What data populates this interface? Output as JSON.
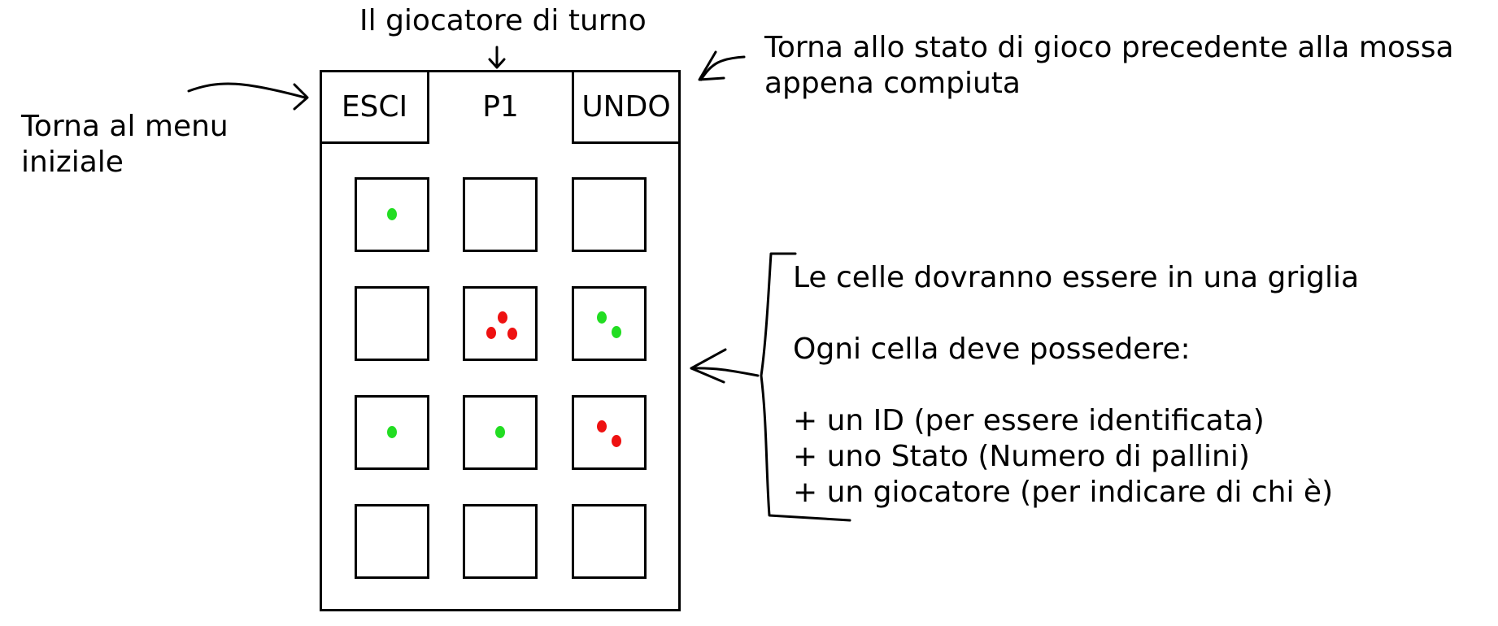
{
  "annotations": {
    "current_player": "Il giocatore di turno",
    "undo_desc": [
      "Torna allo stato di gioco precedente alla mossa",
      "appena compiuta"
    ],
    "exit_desc": [
      "Torna al menu",
      "iniziale"
    ],
    "grid_desc": [
      "Le celle dovranno essere in una griglia",
      "Ogni cella deve possedere:",
      "+ un ID (per essere identificata)",
      "+ uno Stato (Numero di pallini)",
      "+ un giocatore (per indicare di chi è)"
    ]
  },
  "header": {
    "exit_label": "ESCI",
    "player_label": "P1",
    "undo_label": "UNDO"
  },
  "colors": {
    "green": "#22dd22",
    "red": "#ee1111"
  },
  "grid": [
    [
      {
        "owner": "green",
        "dots": 1
      },
      {
        "owner": "none",
        "dots": 0
      },
      {
        "owner": "none",
        "dots": 0
      }
    ],
    [
      {
        "owner": "none",
        "dots": 0
      },
      {
        "owner": "red",
        "dots": 3
      },
      {
        "owner": "green",
        "dots": 2
      }
    ],
    [
      {
        "owner": "green",
        "dots": 1
      },
      {
        "owner": "green",
        "dots": 1
      },
      {
        "owner": "red",
        "dots": 2
      }
    ],
    [
      {
        "owner": "none",
        "dots": 0
      },
      {
        "owner": "none",
        "dots": 0
      },
      {
        "owner": "none",
        "dots": 0
      }
    ]
  ]
}
